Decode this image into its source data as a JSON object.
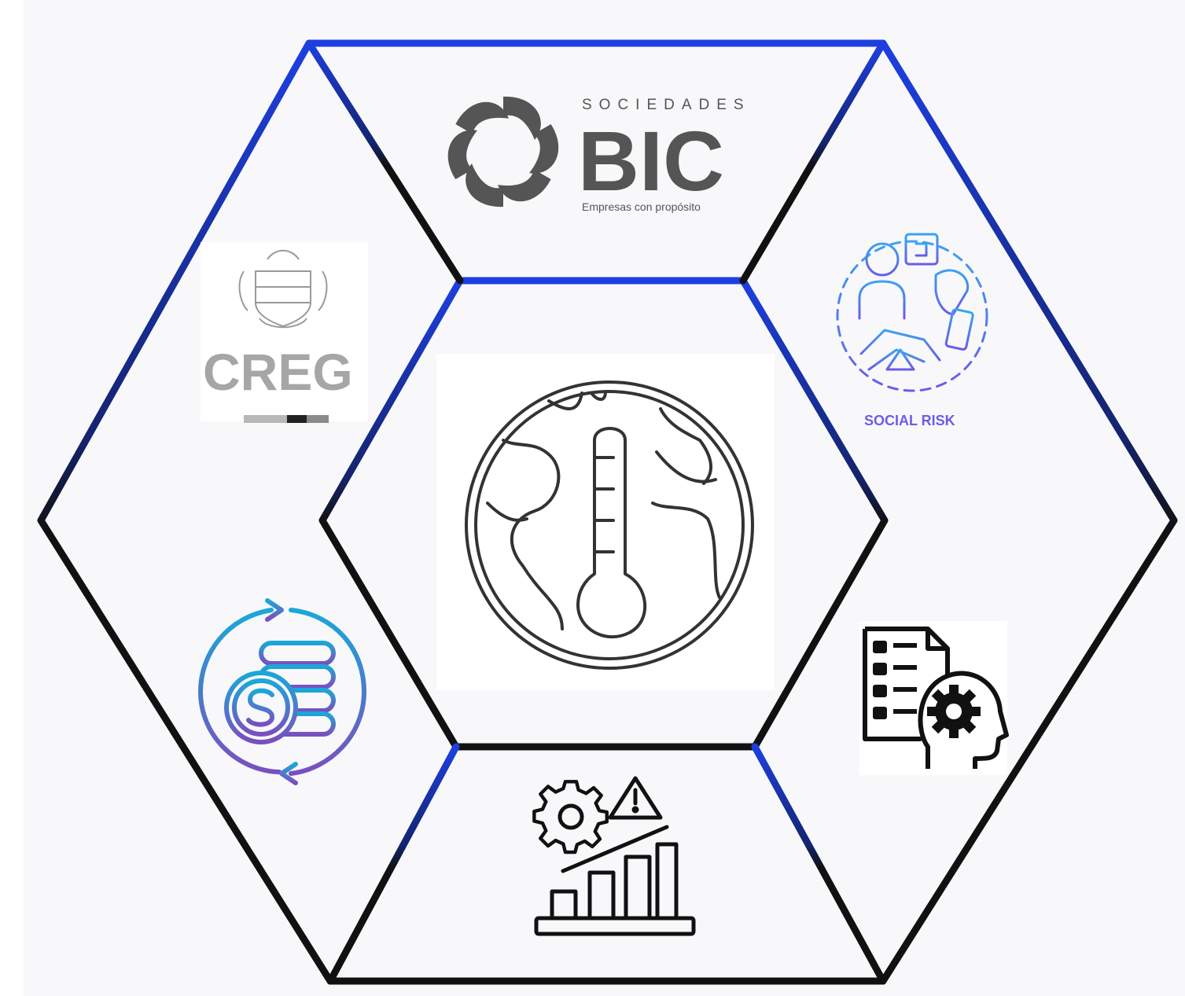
{
  "diagram": {
    "top_logo": {
      "line1": "SOCIEDADES",
      "line2": "BIC",
      "line3": "Empresas con propósito"
    },
    "left_logo": {
      "text": "CREG"
    },
    "right_top": {
      "label": "SOCIAL RISK"
    },
    "center": {
      "icon": "globe-thermometer-icon"
    },
    "left_bottom": {
      "icon": "dollar-cycle-icon"
    },
    "right_bottom": {
      "icon": "document-head-gear-icon"
    },
    "bottom": {
      "icon": "risk-growth-chart-icon"
    },
    "colors": {
      "frame_top": "#1d3fe0",
      "frame_bottom": "#111111",
      "background": "#f8f8fa",
      "social_risk": "#6b5ce7",
      "dollar_gradient_start": "#1aa8d8",
      "dollar_gradient_end": "#7a4fc0"
    }
  }
}
